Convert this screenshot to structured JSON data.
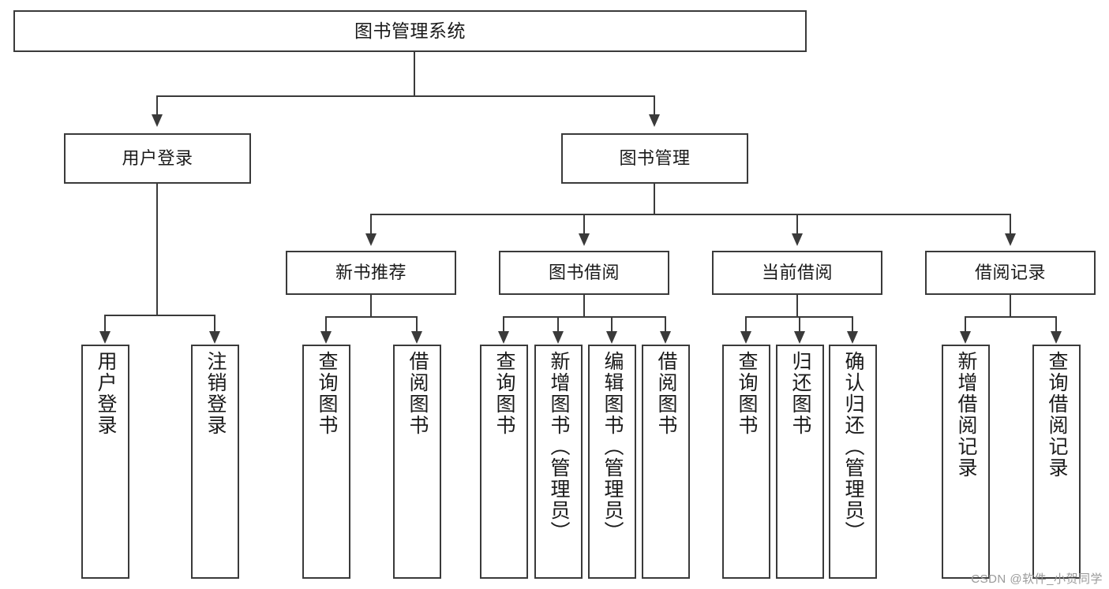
{
  "diagram": {
    "title": "图书管理系统",
    "type": "tree-hierarchy",
    "root": {
      "label": "图书管理系统"
    },
    "level2": [
      {
        "label": "用户登录"
      },
      {
        "label": "图书管理"
      }
    ],
    "level3": [
      {
        "label": "新书推荐"
      },
      {
        "label": "图书借阅"
      },
      {
        "label": "当前借阅"
      },
      {
        "label": "借阅记录"
      }
    ],
    "leaves": {
      "user_login": [
        {
          "label": "用户登录"
        },
        {
          "label": "注销登录"
        }
      ],
      "new_book_recommend": [
        {
          "label": "查询图书"
        },
        {
          "label": "借阅图书"
        }
      ],
      "book_borrow": [
        {
          "label": "查询图书"
        },
        {
          "label": "新增图书（管理员）"
        },
        {
          "label": "编辑图书（管理员）"
        },
        {
          "label": "借阅图书"
        }
      ],
      "current_borrow": [
        {
          "label": "查询图书"
        },
        {
          "label": "归还图书"
        },
        {
          "label": "确认归还（管理员）"
        }
      ],
      "borrow_records": [
        {
          "label": "新增借阅记录"
        },
        {
          "label": "查询借阅记录"
        }
      ]
    }
  },
  "watermark": {
    "text": "CSDN @软件_小贺同学"
  },
  "colors": {
    "stroke": "#3a3a3a",
    "text": "#1a1a1a",
    "background": "#ffffff",
    "watermark": "#9a9a9a"
  }
}
